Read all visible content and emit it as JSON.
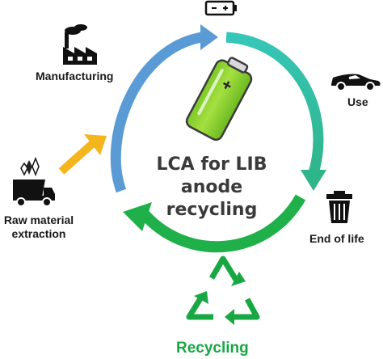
{
  "center_title": {
    "line1": "LCA for LIB",
    "line2": "anode",
    "line3": "recycling"
  },
  "stages": {
    "manufacturing": {
      "label": "Manufacturing",
      "icon": "factory-icon"
    },
    "battery": {
      "icon": "battery-icon"
    },
    "use": {
      "label": "Use",
      "icon": "car-icon"
    },
    "end_of_life": {
      "label": "End of life",
      "icon": "trash-bin-icon"
    },
    "raw_material": {
      "label": "Raw material extraction",
      "icon": "mining-truck-icon"
    },
    "recycling": {
      "label": "Recycling",
      "icon": "recycling-icon"
    }
  },
  "colors": {
    "blue_arc": "#5b9bd5",
    "teal_arc": "#3dbfa0",
    "green_arc": "#1fb04a",
    "yellow_arrow": "#f5b51c",
    "battery_green": "#8ed630",
    "recycling_green": "#18a843"
  }
}
